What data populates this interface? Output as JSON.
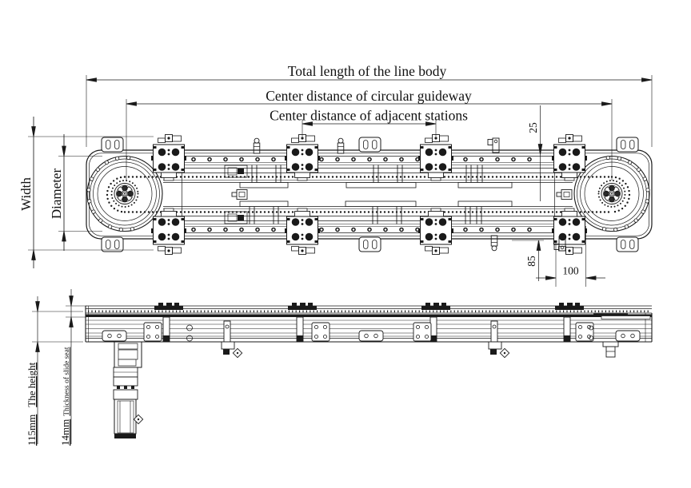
{
  "annotations": {
    "top": {
      "total_length": "Total length of the line body",
      "guideway": "Center distance of circular guideway",
      "adjacent_stations": "Center distance of adjacent stations"
    },
    "left": {
      "width": "Width",
      "diameter": "Diameter"
    },
    "right": {
      "offset_25": "25",
      "offset_85": "85",
      "station_width_100": "100"
    },
    "side": {
      "height_value": "115mm",
      "height_label": "The height",
      "seat_value": "14mm",
      "seat_label": "Thickness of slide seat"
    }
  },
  "colors": {
    "line": "#1a1a1a",
    "text": "#111111",
    "background": "#ffffff"
  }
}
